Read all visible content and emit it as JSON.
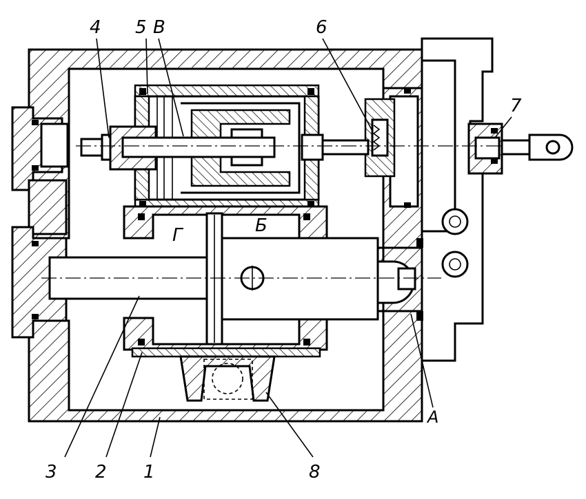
{
  "diagram": {
    "callouts": [
      {
        "id": "c1",
        "text": "1"
      },
      {
        "id": "c2",
        "text": "2"
      },
      {
        "id": "c3",
        "text": "3"
      },
      {
        "id": "c4",
        "text": "4"
      },
      {
        "id": "c5",
        "text": "5"
      },
      {
        "id": "c6",
        "text": "6"
      },
      {
        "id": "c7",
        "text": "7"
      },
      {
        "id": "c8",
        "text": "8"
      }
    ],
    "cavities": {
      "V": "В",
      "B": "Б",
      "G": "Г",
      "A": "А"
    }
  }
}
